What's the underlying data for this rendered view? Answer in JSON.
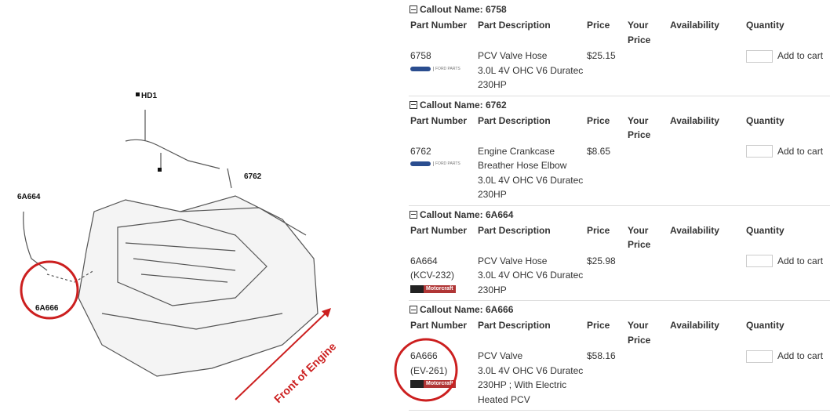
{
  "diagram": {
    "labels": [
      "HD1",
      "6762",
      "6A664",
      "6A666"
    ],
    "front_label": "Front of Engine",
    "highlight_color": "#cc1f1f"
  },
  "headers": {
    "part_number": "Part Number",
    "part_description": "Part Description",
    "price": "Price",
    "your_price": "Your Price",
    "availability": "Availability",
    "quantity": "Quantity"
  },
  "add_to_cart": "Add to cart",
  "callouts": [
    {
      "title": "Callout Name: 6758",
      "part": "6758",
      "alt": "",
      "brand": "Ford Parts",
      "desc": [
        "PCV Valve Hose",
        "3.0L 4V OHC V6 Duratec",
        "230HP"
      ],
      "price": "$25.15"
    },
    {
      "title": "Callout Name: 6762",
      "part": "6762",
      "alt": "",
      "brand": "Ford Parts",
      "desc": [
        "Engine Crankcase",
        "Breather Hose Elbow",
        "3.0L 4V OHC V6 Duratec",
        "230HP"
      ],
      "price": "$8.65"
    },
    {
      "title": "Callout Name: 6A664",
      "part": "6A664",
      "alt": "(KCV-232)",
      "brand": "Motorcraft",
      "desc": [
        "PCV Valve Hose",
        "3.0L 4V OHC V6 Duratec",
        "230HP"
      ],
      "price": "$25.98"
    },
    {
      "title": "Callout Name: 6A666",
      "part": "6A666",
      "alt": "(EV-261)",
      "brand": "Motorcraft",
      "desc": [
        "PCV Valve",
        "3.0L 4V OHC V6 Duratec",
        "230HP ; With Electric",
        "Heated PCV"
      ],
      "price": "$58.16"
    }
  ]
}
